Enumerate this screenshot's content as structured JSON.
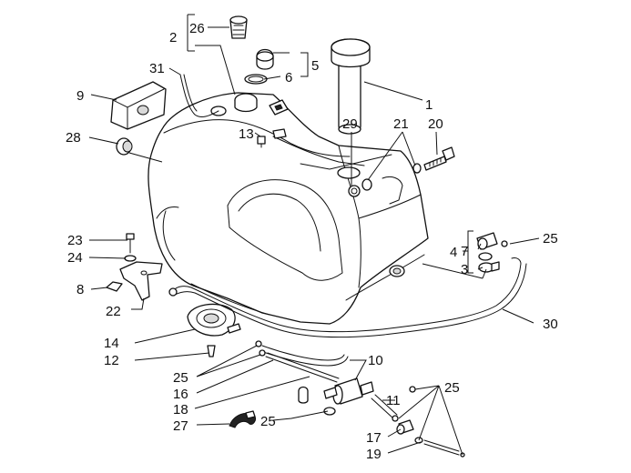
{
  "callouts": [
    {
      "id": "1",
      "label": "1"
    },
    {
      "id": "2",
      "label": "2"
    },
    {
      "id": "3",
      "label": "3"
    },
    {
      "id": "4",
      "label": "4"
    },
    {
      "id": "5",
      "label": "5"
    },
    {
      "id": "6",
      "label": "6"
    },
    {
      "id": "7",
      "label": "7"
    },
    {
      "id": "8",
      "label": "8"
    },
    {
      "id": "9",
      "label": "9"
    },
    {
      "id": "10",
      "label": "10"
    },
    {
      "id": "11",
      "label": "11"
    },
    {
      "id": "12",
      "label": "12"
    },
    {
      "id": "13",
      "label": "13"
    },
    {
      "id": "14",
      "label": "14"
    },
    {
      "id": "16",
      "label": "16"
    },
    {
      "id": "17",
      "label": "17"
    },
    {
      "id": "18",
      "label": "18"
    },
    {
      "id": "19",
      "label": "19"
    },
    {
      "id": "20",
      "label": "20"
    },
    {
      "id": "21",
      "label": "21"
    },
    {
      "id": "22",
      "label": "22"
    },
    {
      "id": "23",
      "label": "23"
    },
    {
      "id": "24",
      "label": "24"
    },
    {
      "id": "25a",
      "label": "25"
    },
    {
      "id": "25b",
      "label": "25"
    },
    {
      "id": "25c",
      "label": "25"
    },
    {
      "id": "25d",
      "label": "25"
    },
    {
      "id": "26",
      "label": "26"
    },
    {
      "id": "27",
      "label": "27"
    },
    {
      "id": "28",
      "label": "28"
    },
    {
      "id": "29",
      "label": "29"
    },
    {
      "id": "30",
      "label": "30"
    },
    {
      "id": "31",
      "label": "31"
    }
  ]
}
